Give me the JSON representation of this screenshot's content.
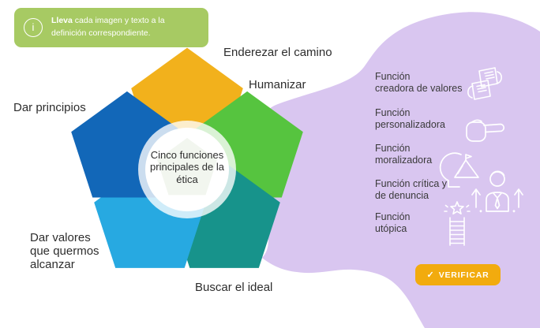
{
  "banner": {
    "icon": "info-icon",
    "icon_glyph": "i",
    "bold": "Lleva",
    "rest": " cada imagen y texto a la definición correspondiente.",
    "bg": "#a7ca63"
  },
  "diagram": {
    "center_label": "Cinco funciones principales de la ética",
    "petals": [
      {
        "id": "top",
        "label": "Enderezar el camino",
        "color": "#f2b11c"
      },
      {
        "id": "right",
        "label": "Humanizar",
        "color": "#56c43f"
      },
      {
        "id": "bottom-right",
        "label": "Buscar el ideal",
        "color": "#17938b"
      },
      {
        "id": "bottom-left",
        "label": "Dar valores\nque quermos\nalcanzar",
        "color": "#27a9e1"
      },
      {
        "id": "left",
        "label": "Dar principios",
        "color": "#1267b8"
      }
    ]
  },
  "panel": {
    "bg": "#d9c6f0",
    "items": [
      {
        "line1": "Función",
        "line2": "creadora de valores",
        "icon": "exchange-documents-icon"
      },
      {
        "line1": "Función",
        "line2": "personalizadora",
        "icon": "pointing-hand-icon"
      },
      {
        "line1": "Función",
        "line2": "moralizadora",
        "icon": "head-goal-icon"
      },
      {
        "line1": "Función crítica y",
        "line2": "de denuncia",
        "icon": "person-growth-icon"
      },
      {
        "line1": "Función",
        "line2": "utópica",
        "icon": "ladder-star-icon"
      }
    ],
    "verify_glyph": "✓",
    "verify_label": "VERIFICAR",
    "verify_color": "#f2ab0e"
  }
}
